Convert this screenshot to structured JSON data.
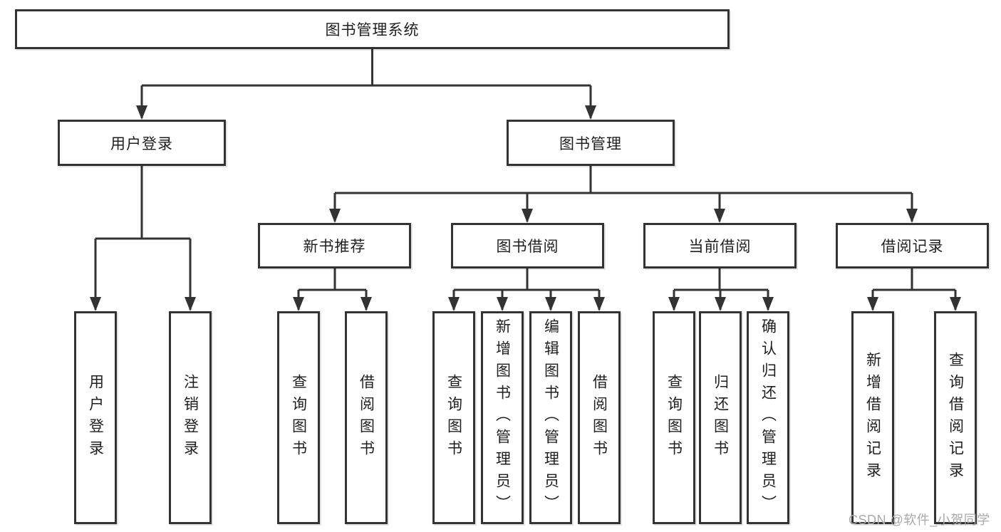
{
  "diagram": {
    "root": {
      "label": "图书管理系统"
    },
    "level2": [
      {
        "label": "用户登录"
      },
      {
        "label": "图书管理"
      }
    ],
    "level3": [
      {
        "label": "新书推荐"
      },
      {
        "label": "图书借阅"
      },
      {
        "label": "当前借阅"
      },
      {
        "label": "借阅记录"
      }
    ],
    "leaves": {
      "user_login": [
        {
          "label": "用户登录"
        },
        {
          "label": "注销登录"
        }
      ],
      "new_book_recommend": [
        {
          "label": "查询图书"
        },
        {
          "label": "借阅图书"
        }
      ],
      "book_borrow": [
        {
          "label": "查询图书"
        },
        {
          "label": "新增图书（管理员）"
        },
        {
          "label": "编辑图书（管理员）"
        },
        {
          "label": "借阅图书"
        }
      ],
      "current_borrow": [
        {
          "label": "查询图书"
        },
        {
          "label": "归还图书"
        },
        {
          "label": "确认归还（管理员）"
        }
      ],
      "borrow_records": [
        {
          "label": "新增借阅记录"
        },
        {
          "label": "查询借阅记录"
        }
      ]
    }
  },
  "watermark": {
    "text": "CSDN @软件_小贺同学"
  },
  "colors": {
    "line": "#333333",
    "text": "#1f1f1f",
    "watermark": "#a9a9a9",
    "background": "#ffffff"
  }
}
